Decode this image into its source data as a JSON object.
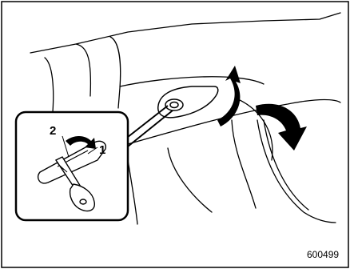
{
  "callouts": {
    "marker_1": "1",
    "marker_2": "2"
  },
  "figure_code": "600499",
  "icons": {
    "arrow_large_open": "curved-arrow-up-right",
    "arrow_large_lower": "curved-arrow-down",
    "arrow_small_key_turn": "curved-arrow-right"
  }
}
